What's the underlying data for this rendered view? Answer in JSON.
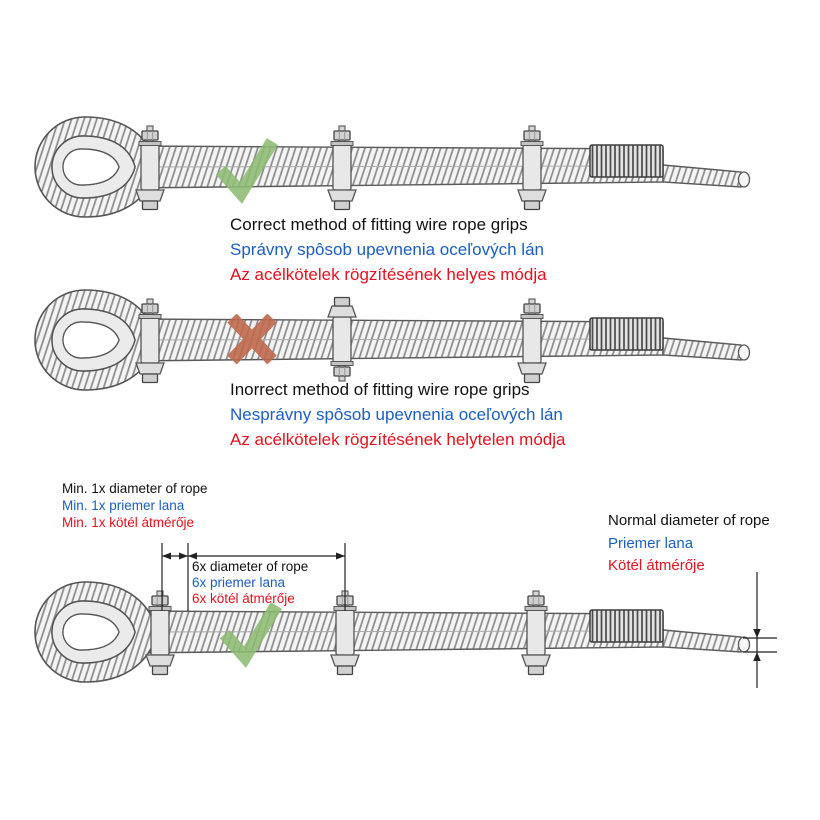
{
  "colors": {
    "text_blue": "#1b5ec2",
    "text_red": "#e8101e",
    "check_green": "#8dbb72",
    "cross_red": "#c06a4e"
  },
  "figure1": {
    "mark": "check-mark",
    "caption_en": "Correct method of fitting wire rope grips",
    "caption_sk": "Správny spôsob upevnenia oceľových lán",
    "caption_hu": "Az acélkötelek rögzítésének helyes módja"
  },
  "figure2": {
    "mark": "cross-mark",
    "caption_en": "Inorrect method of fitting wire rope grips",
    "caption_sk": "Nesprávny spôsob upevnenia oceľových lán",
    "caption_hu": "Az acélkötelek rögzítésének helytelen módja"
  },
  "figure3": {
    "mark": "check-mark",
    "dim_min": {
      "en": "Min. 1x diameter of rope",
      "sk": "Min. 1x priemer lana",
      "hu": "Min. 1x kötél átmérője"
    },
    "dim_spacing": {
      "en": "6x diameter of rope",
      "sk": "6x priemer lana",
      "hu": "6x kötél átmérője"
    },
    "dim_diameter": {
      "en": "Normal diameter of rope",
      "sk": "Priemer lana",
      "hu": "Kötél átmérője"
    }
  }
}
